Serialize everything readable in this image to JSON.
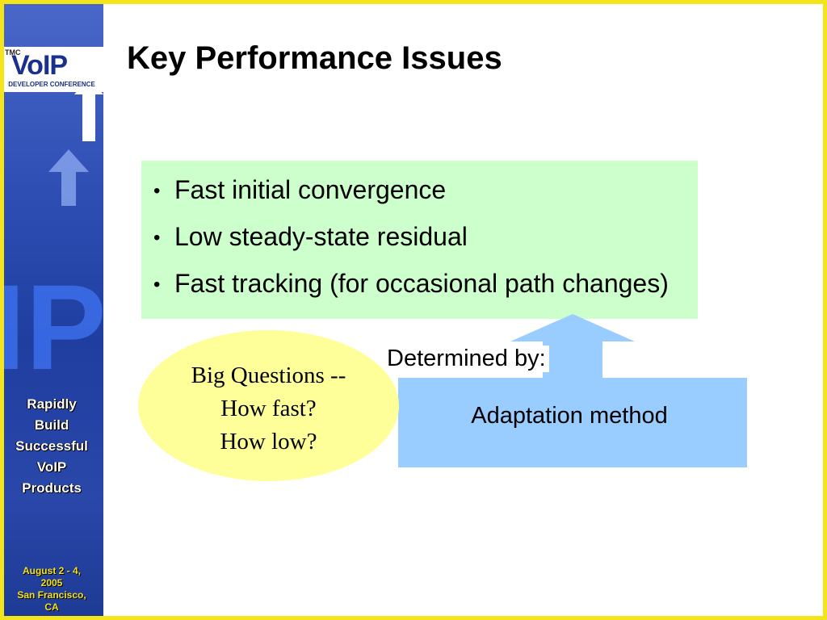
{
  "slide": {
    "title": "Key Performance Issues",
    "bullets": [
      "Fast initial convergence",
      "Low steady-state residual",
      "Fast tracking (for occasional path changes)"
    ],
    "determined_by": "Determined by:",
    "adaptation": "Adaptation method",
    "questions": [
      "Big Questions --",
      "How fast?",
      "How low?"
    ]
  },
  "sidebar": {
    "logo_text_v": "V",
    "logo_text_o": "o",
    "logo_text_i": "I",
    "logo_text_p": "P",
    "logo_subtitle": "DEVELOPER CONFERENCE",
    "tagline": [
      "Rapidly",
      "Build",
      "Successful",
      "VoIP",
      "Products"
    ],
    "dates": [
      "August 2 - 4,",
      "2005",
      "San Francisco,",
      "CA"
    ]
  },
  "colors": {
    "frame": "#f4e41a",
    "green_box": "#ccffcc",
    "blue_box": "#99ccff",
    "ellipse": "#ffff99",
    "sidebar": "#2f4fb5"
  }
}
